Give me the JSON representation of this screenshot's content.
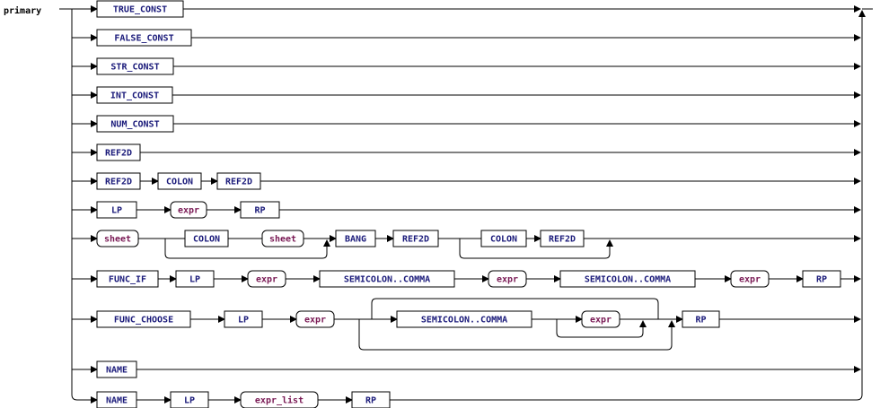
{
  "rule_name": "primary",
  "colors": {
    "terminal_text": "#1a1a7a",
    "nonterminal_text": "#7a1a55",
    "line": "#000000"
  },
  "terminals": {
    "true_const": "TRUE_CONST",
    "false_const": "FALSE_CONST",
    "str_const": "STR_CONST",
    "int_const": "INT_CONST",
    "num_const": "NUM_CONST",
    "ref2d": "REF2D",
    "colon": "COLON",
    "lp": "LP",
    "rp": "RP",
    "bang": "BANG",
    "func_if": "FUNC_IF",
    "semicolon_comma": "SEMICOLON..COMMA",
    "func_choose": "FUNC_CHOOSE",
    "name": "NAME"
  },
  "nonterminals": {
    "expr": "expr",
    "sheet": "sheet",
    "expr_list": "expr_list"
  }
}
